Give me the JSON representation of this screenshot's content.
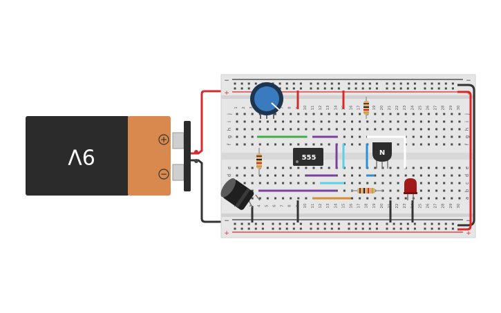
{
  "battery": {
    "label": "9V",
    "plus": "+",
    "minus": "−",
    "colors": {
      "body": "#2b2b2b",
      "cap": "#d9884e"
    }
  },
  "breadboard": {
    "columns": [
      "1",
      "2",
      "3",
      "4",
      "5",
      "6",
      "7",
      "8",
      "9",
      "10",
      "11",
      "12",
      "13",
      "14",
      "15",
      "16",
      "17",
      "18",
      "19",
      "20",
      "21",
      "22",
      "23",
      "24",
      "25",
      "26",
      "27",
      "28",
      "29",
      "30"
    ],
    "rows_top": [
      "j",
      "i",
      "h",
      "g",
      "f"
    ],
    "rows_bottom": [
      "e",
      "d",
      "c",
      "b",
      "a"
    ],
    "rail_plus": "+",
    "rail_minus": "−"
  },
  "ic": {
    "label": "555"
  },
  "transistor": {
    "label": "N"
  },
  "colors": {
    "power_wire": "#d62a2a",
    "ground_wire": "#333333",
    "green_wire": "#3fae49",
    "purple_wire": "#7a3fa0",
    "cyan_wire": "#5fd0e0",
    "blue_wire": "#2a8fd6",
    "orange_wire": "#e08a2a",
    "led": "#a01818",
    "pot": "#3a7bbf"
  }
}
